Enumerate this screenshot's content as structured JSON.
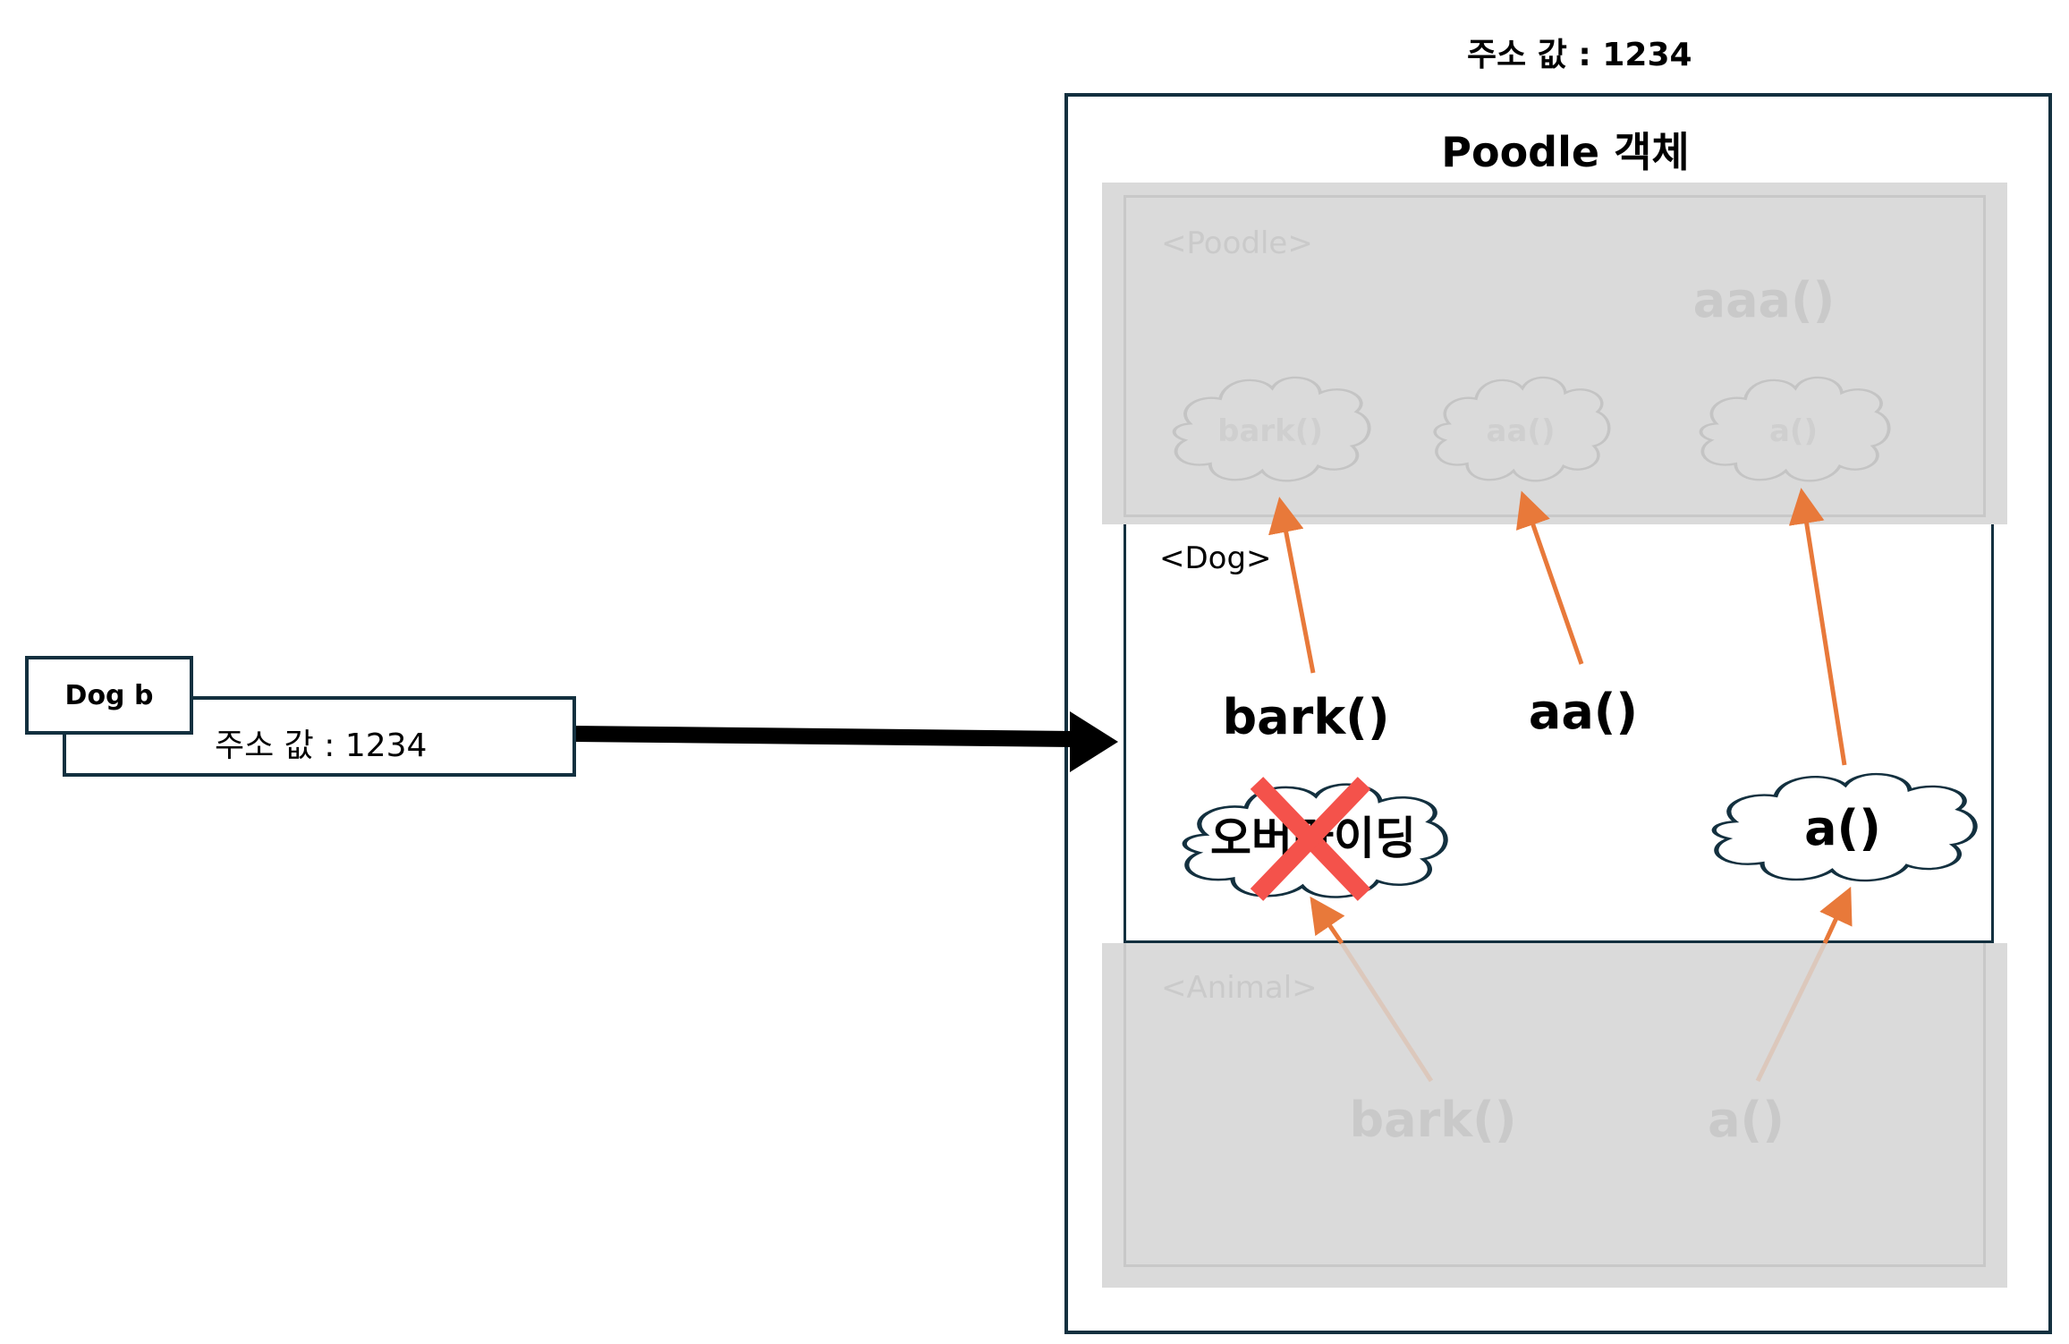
{
  "header": {
    "address_title": "주소 값 : 1234"
  },
  "object": {
    "title": "Poodle 객체"
  },
  "variable": {
    "name": "Dog b",
    "address": "주소 값 : 1234"
  },
  "poodle_layer": {
    "label": "<Poodle>",
    "method": "aaa()",
    "clouds": [
      "bark()",
      "aa()",
      "a()"
    ]
  },
  "dog_layer": {
    "label": "<Dog>",
    "methods": {
      "bark": "bark()",
      "aa": "aa()"
    },
    "override_cloud": "오버라이딩",
    "a_cloud": "a()"
  },
  "animal_layer": {
    "label": "<Animal>",
    "methods": [
      "bark()",
      "a()"
    ]
  },
  "colors": {
    "arrow": "#e8793a",
    "cross": "#f4524b",
    "border": "#13303f",
    "layer_bg": "#dadada"
  }
}
